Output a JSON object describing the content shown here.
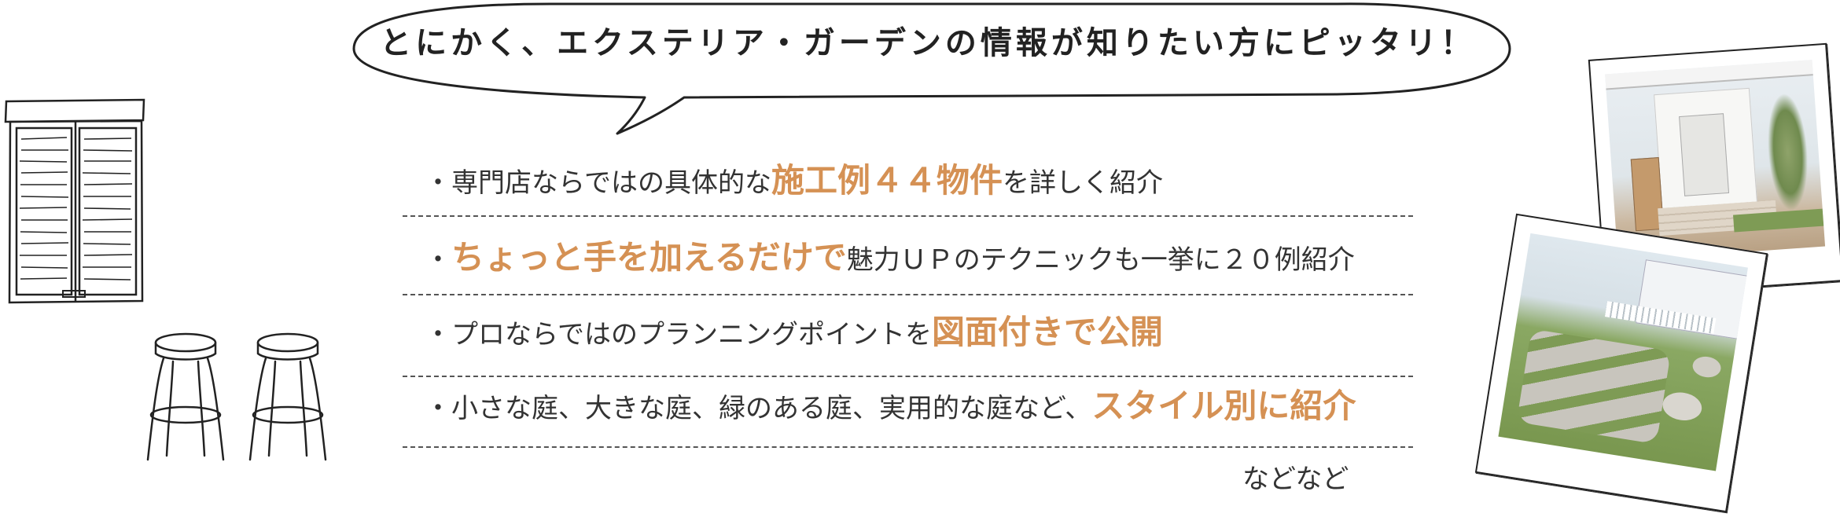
{
  "bubble": {
    "text": "とにかく、エクステリア・ガーデンの情報が知りたい方にピッタリ！"
  },
  "features": [
    {
      "prefix": "・専門店ならではの具体的な",
      "highlight": "施工例４４物件",
      "suffix": "を詳しく紹介"
    },
    {
      "prefix": "・",
      "highlight": "ちょっと手を加えるだけで",
      "suffix": "魅力ＵＰのテクニックも一挙に２０例紹介"
    },
    {
      "prefix": "・プロならではのプランニングポイントを",
      "highlight": "図面付きで公開",
      "suffix": ""
    },
    {
      "prefix": "・小さな庭、大きな庭、緑のある庭、実用的な庭など、",
      "highlight": "スタイル別に紹介",
      "suffix": ""
    }
  ],
  "footer": "などなど",
  "colors": {
    "highlight": "#d59154",
    "text": "#333333",
    "line": "#222222"
  },
  "icons": {
    "window": "shutter-window-icon",
    "stools": "bar-stool-icon",
    "photos": "polaroid-photo-icon"
  }
}
